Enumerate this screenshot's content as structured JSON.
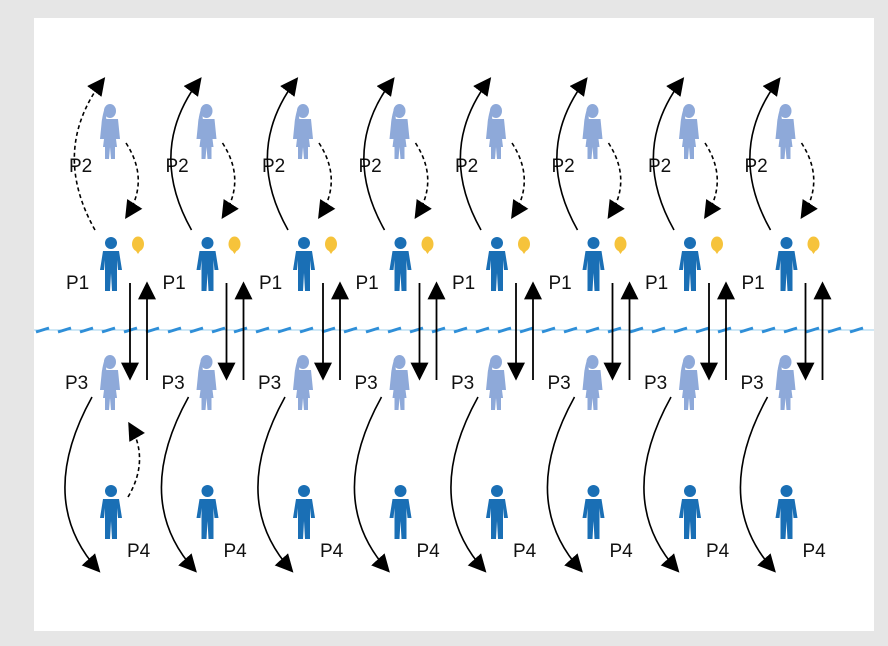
{
  "colors": {
    "dark_person": "#1a6fb5",
    "light_person": "#8ea9d9",
    "balloon": "#f6c33b",
    "arrow": "#000000",
    "divider_dash": "#2f8fd8",
    "divider_line": "#9fd0ee",
    "frame": "#e6e6e6"
  },
  "labels": {
    "p1": "P1",
    "p2": "P2",
    "p3": "P3",
    "p4": "P4"
  },
  "scenarios": [
    {
      "p2_to_p1_dashed": true,
      "p1_to_p2_dashed": true,
      "p4_to_p3_arrow": true
    },
    {
      "p2_to_p1_dashed": true,
      "p1_to_p2_dashed": false,
      "p4_to_p3_arrow": false
    },
    {
      "p2_to_p1_dashed": true,
      "p1_to_p2_dashed": false,
      "p4_to_p3_arrow": false
    },
    {
      "p2_to_p1_dashed": true,
      "p1_to_p2_dashed": false,
      "p4_to_p3_arrow": false
    },
    {
      "p2_to_p1_dashed": true,
      "p1_to_p2_dashed": false,
      "p4_to_p3_arrow": false
    },
    {
      "p2_to_p1_dashed": true,
      "p1_to_p2_dashed": false,
      "p4_to_p3_arrow": false
    },
    {
      "p2_to_p1_dashed": true,
      "p1_to_p2_dashed": false,
      "p4_to_p3_arrow": false
    },
    {
      "p2_to_p1_dashed": true,
      "p1_to_p2_dashed": false,
      "p4_to_p3_arrow": false
    }
  ]
}
